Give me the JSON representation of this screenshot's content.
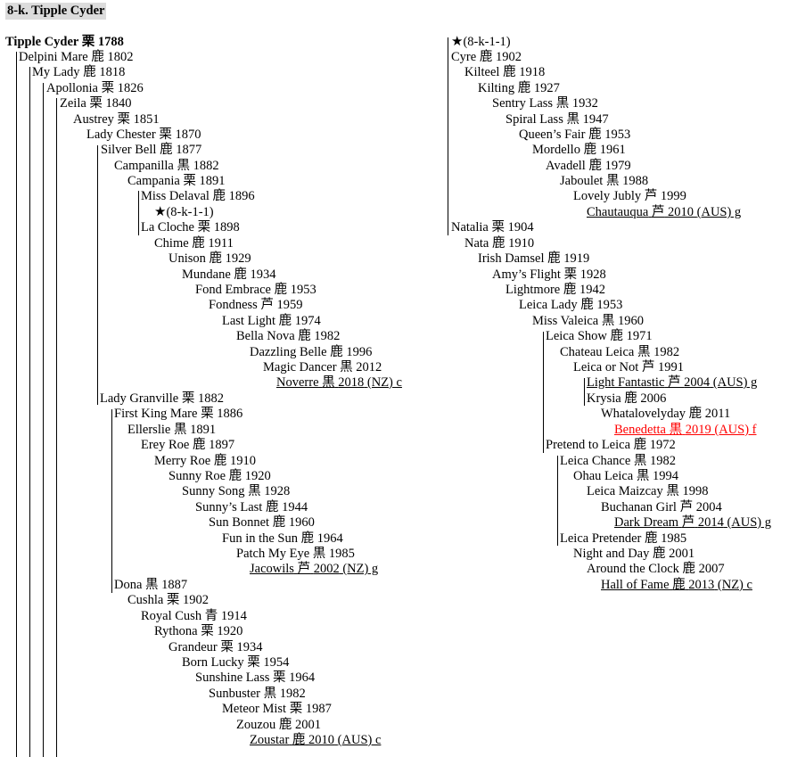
{
  "title": "8-k. Tipple Cyder",
  "left_column": [
    {
      "name": "Tipple Cyder",
      "color": "栗",
      "year": "1788",
      "bold": true
    },
    {
      "name": "Delpini Mare",
      "color": "鹿",
      "year": "1802"
    },
    {
      "name": "My Lady",
      "color": "鹿",
      "year": "1818"
    },
    {
      "name": "Apollonia",
      "color": "栗",
      "year": "1826"
    },
    {
      "name": "Zeila",
      "color": "栗",
      "year": "1840"
    },
    {
      "name": "Austrey",
      "color": "栗",
      "year": "1851"
    },
    {
      "name": "Lady Chester",
      "color": "栗",
      "year": "1870"
    },
    {
      "name": "Silver Bell",
      "color": "鹿",
      "year": "1877"
    },
    {
      "name": "Campanilla",
      "color": "黒",
      "year": "1882"
    },
    {
      "name": "Campania",
      "color": "栗",
      "year": "1891"
    },
    {
      "name": "Miss Delaval",
      "color": "鹿",
      "year": "1896"
    },
    {
      "ref": "(8-k-1-1)"
    },
    {
      "name": "La Cloche",
      "color": "栗",
      "year": "1898"
    },
    {
      "name": "Chime",
      "color": "鹿",
      "year": "1911"
    },
    {
      "name": "Unison",
      "color": "鹿",
      "year": "1929"
    },
    {
      "name": "Mundane",
      "color": "鹿",
      "year": "1934"
    },
    {
      "name": "Fond Embrace",
      "color": "鹿",
      "year": "1953"
    },
    {
      "name": "Fondness",
      "color": "芦",
      "year": "1959"
    },
    {
      "name": "Last Light",
      "color": "鹿",
      "year": "1974"
    },
    {
      "name": "Bella Nova",
      "color": "鹿",
      "year": "1982"
    },
    {
      "name": "Dazzling Belle",
      "color": "鹿",
      "year": "1996"
    },
    {
      "name": "Magic Dancer",
      "color": "黒",
      "year": "2012"
    },
    {
      "name": "Noverre",
      "color": "黒",
      "year": "2018",
      "suffix": "(NZ) c",
      "underline": true
    },
    {
      "name": "Lady Granville",
      "color": "栗",
      "year": "1882"
    },
    {
      "name": "First King Mare",
      "color": "栗",
      "year": "1886"
    },
    {
      "name": "Ellerslie",
      "color": "黒",
      "year": "1891"
    },
    {
      "name": "Erey Roe",
      "color": "鹿",
      "year": "1897"
    },
    {
      "name": "Merry Roe",
      "color": "鹿",
      "year": "1910"
    },
    {
      "name": "Sunny Roe",
      "color": "鹿",
      "year": "1920"
    },
    {
      "name": "Sunny Song",
      "color": "黒",
      "year": "1928"
    },
    {
      "name": "Sunny’s Last",
      "color": "鹿",
      "year": "1944"
    },
    {
      "name": "Sun Bonnet",
      "color": "鹿",
      "year": "1960"
    },
    {
      "name": "Fun in the Sun",
      "color": "鹿",
      "year": "1964"
    },
    {
      "name": "Patch My Eye",
      "color": "黒",
      "year": "1985"
    },
    {
      "name": "Jacowils",
      "color": "芦",
      "year": "2002",
      "suffix": "(NZ) g",
      "underline": true
    },
    {
      "name": "Dona",
      "color": "黒",
      "year": "1887"
    },
    {
      "name": "Cushla",
      "color": "栗",
      "year": "1902"
    },
    {
      "name": "Royal Cush",
      "color": "青",
      "year": "1914"
    },
    {
      "name": "Rythona",
      "color": "栗",
      "year": "1920"
    },
    {
      "name": "Grandeur",
      "color": "栗",
      "year": "1934"
    },
    {
      "name": "Born Lucky",
      "color": "栗",
      "year": "1954"
    },
    {
      "name": "Sunshine Lass",
      "color": "栗",
      "year": "1964"
    },
    {
      "name": "Sunbuster",
      "color": "黒",
      "year": "1982"
    },
    {
      "name": "Meteor Mist",
      "color": "栗",
      "year": "1987"
    },
    {
      "name": "Zouzou",
      "color": "鹿",
      "year": "2001"
    },
    {
      "name": "Zoustar",
      "color": "鹿",
      "year": "2010",
      "suffix": "(AUS) c",
      "underline": true
    }
  ],
  "right_column": [
    {
      "ref": "(8-k-1-1)"
    },
    {
      "name": "Cyre",
      "color": "鹿",
      "year": "1902"
    },
    {
      "name": "Kilteel",
      "color": "鹿",
      "year": "1918"
    },
    {
      "name": "Kilting",
      "color": "鹿",
      "year": "1927"
    },
    {
      "name": "Sentry Lass",
      "color": "黒",
      "year": "1932"
    },
    {
      "name": "Spiral Lass",
      "color": "黒",
      "year": "1947"
    },
    {
      "name": "Queen’s Fair",
      "color": "鹿",
      "year": "1953"
    },
    {
      "name": "Mordello",
      "color": "鹿",
      "year": "1961"
    },
    {
      "name": "Avadell",
      "color": "鹿",
      "year": "1979"
    },
    {
      "name": "Jaboulet",
      "color": "黒",
      "year": "1988"
    },
    {
      "name": "Lovely Jubly",
      "color": "芦",
      "year": "1999"
    },
    {
      "name": "Chautauqua",
      "color": "芦",
      "year": "2010",
      "suffix": "(AUS) g",
      "underline": true
    },
    {
      "name": "Natalia",
      "color": "栗",
      "year": "1904"
    },
    {
      "name": "Nata",
      "color": "鹿",
      "year": "1910"
    },
    {
      "name": "Irish Damsel",
      "color": "鹿",
      "year": "1919"
    },
    {
      "name": "Amy’s Flight",
      "color": "栗",
      "year": "1928"
    },
    {
      "name": "Lightmore",
      "color": "鹿",
      "year": "1942"
    },
    {
      "name": "Leica Lady",
      "color": "鹿",
      "year": "1953"
    },
    {
      "name": "Miss Valeica",
      "color": "黒",
      "year": "1960"
    },
    {
      "name": "Leica Show",
      "color": "鹿",
      "year": "1971"
    },
    {
      "name": "Chateau Leica",
      "color": "黒",
      "year": "1982"
    },
    {
      "name": "Leica or Not",
      "color": "芦",
      "year": "1991"
    },
    {
      "name": "Light Fantastic",
      "color": "芦",
      "year": "2004",
      "suffix": "(AUS) g",
      "underline": true
    },
    {
      "name": "Krysia",
      "color": "鹿",
      "year": "2006"
    },
    {
      "name": "Whatalovelyday",
      "color": "鹿",
      "year": "2011"
    },
    {
      "name": "Benedetta",
      "color": "黒",
      "year": "2019",
      "suffix": "(AUS) f",
      "underline": true,
      "highlight": "#ff0000"
    },
    {
      "name": "Pretend to Leica",
      "color": "鹿",
      "year": "1972"
    },
    {
      "name": "Leica Chance",
      "color": "黒",
      "year": "1982"
    },
    {
      "name": "Ohau Leica",
      "color": "黒",
      "year": "1994"
    },
    {
      "name": "Leica Maizcay",
      "color": "黒",
      "year": "1998"
    },
    {
      "name": "Buchanan Girl",
      "color": "芦",
      "year": "2004"
    },
    {
      "name": "Dark Dream",
      "color": "芦",
      "year": "2014",
      "suffix": "(AUS) g",
      "underline": true
    },
    {
      "name": "Leica Pretender",
      "color": "鹿",
      "year": "1985"
    },
    {
      "name": "Night and Day",
      "color": "鹿",
      "year": "2001"
    },
    {
      "name": "Around the Clock",
      "color": "鹿",
      "year": "2007"
    },
    {
      "name": "Hall of Fame",
      "color": "鹿",
      "year": "2013",
      "suffix": "(NZ) c",
      "underline": true
    }
  ]
}
